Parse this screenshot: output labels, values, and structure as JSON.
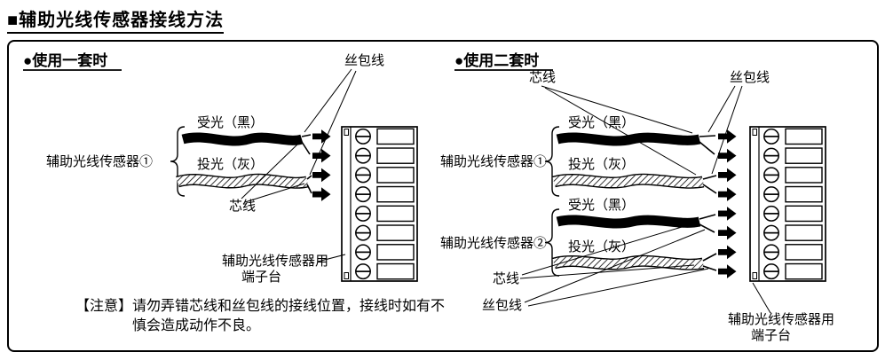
{
  "title": "■辅助光线传感器接线方法",
  "colors": {
    "ink": "#000000",
    "paper": "#ffffff"
  },
  "panels": {
    "left": {
      "header": "●使用一套时"
    },
    "right": {
      "header": "●使用二套时"
    }
  },
  "labels": {
    "silk_wire": "丝包线",
    "core_wire": "芯线",
    "receive_black": "受光（黑）",
    "project_gray": "投光（灰）",
    "sensor_1": "辅助光线传感器①",
    "sensor_2": "辅助光线传感器②",
    "terminal_block_line1": "辅助光线传感器用",
    "terminal_block_line2": "端子台"
  },
  "note": {
    "line1": "【注意】请勿弄错芯线和丝包线的接线位置，接线时如有不",
    "line2": "慎会造成动作不良。"
  },
  "terminal_rows": 8
}
